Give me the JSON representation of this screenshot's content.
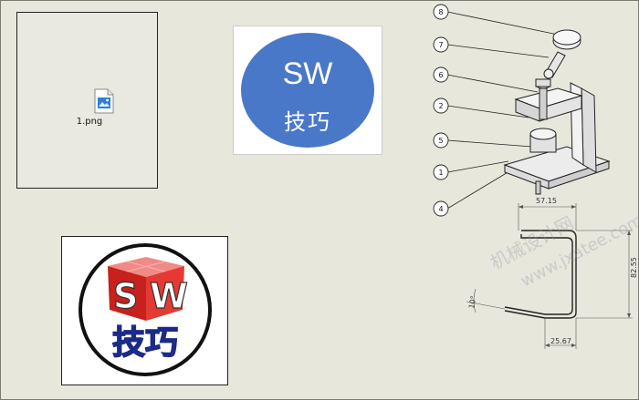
{
  "file_item": {
    "name": "1.png",
    "icon": "image-file-icon"
  },
  "sw_badge": {
    "line1": "SW",
    "line2": "技巧"
  },
  "logo": {
    "letters": [
      "S",
      "W"
    ],
    "text": "技巧"
  },
  "balloons": [
    "8",
    "7",
    "6",
    "2",
    "5",
    "1",
    "4"
  ],
  "dimensions": {
    "top_width": "57.15",
    "height": "82.55",
    "bottom_width": "25.67",
    "angle": "10°"
  },
  "watermark": {
    "line1": "机械设计网",
    "line2": "www.jxatee.com"
  },
  "colors": {
    "badge_blue": "#4a78c8",
    "logo_red": "#d8231f",
    "sheet_bg": "#e7e7dc"
  }
}
